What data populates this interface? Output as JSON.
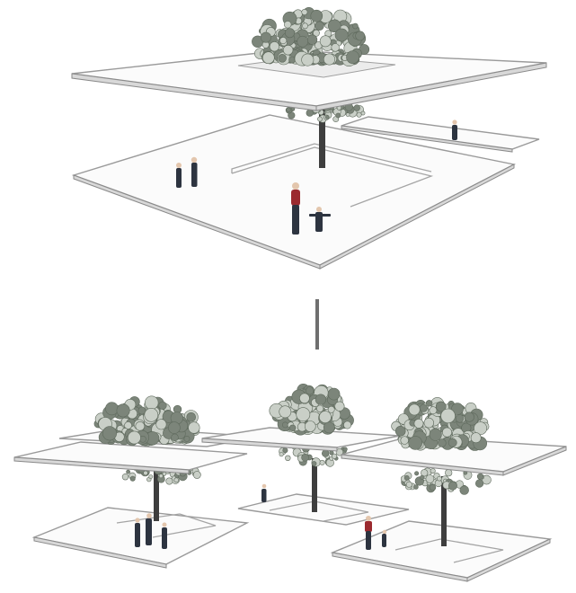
{
  "colors": {
    "background": "#ffffff",
    "slab": "#fbfbfb",
    "slab_stroke": "#9a9a9a",
    "foliage_light": "#c9cfc7",
    "foliage_dark": "#7c857a",
    "trunk": "#3e3e3e",
    "figure": "#2d3440",
    "figure_accent": "#9b2a2f"
  },
  "elements": {
    "single_unit": "tree-canopy-module",
    "connector": "vertical-divider-line",
    "cluster": "three-tree-canopy-modules"
  }
}
